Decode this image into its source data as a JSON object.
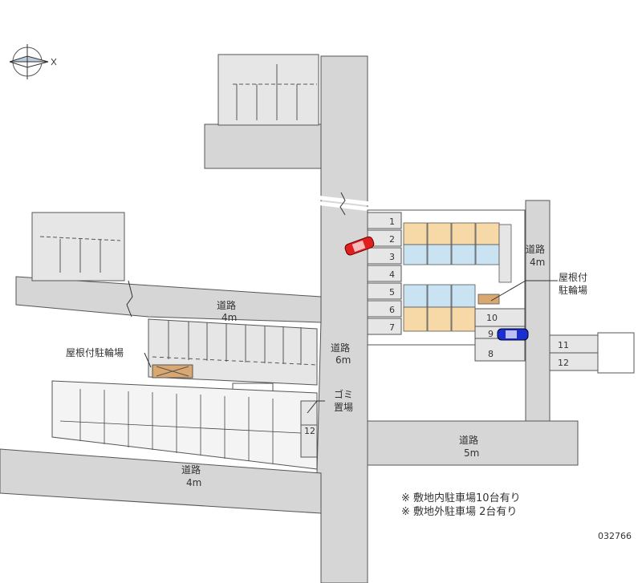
{
  "colors": {
    "road": "#d6d6d6",
    "lot": "#e6e6e6",
    "unit_warm": "#f7d9a8",
    "unit_cool": "#c9e3f2",
    "car_red": "#e02020",
    "car_blue": "#1a2fd0"
  },
  "roads": {
    "main": {
      "name": "道路",
      "width": "6m"
    },
    "upper_left": {
      "name": "道路",
      "width": "4m"
    },
    "bottom_left": {
      "name": "道路",
      "width": "4m"
    },
    "right": {
      "name": "道路",
      "width": "4m"
    },
    "bottom_right": {
      "name": "道路",
      "width": "5m"
    }
  },
  "labels": {
    "bike_left": "屋根付駐輪場",
    "bike_right_1": "屋根付",
    "bike_right_2": "駐輪場",
    "garbage_1": "ゴミ",
    "garbage_2": "置場"
  },
  "parking": [
    "1",
    "2",
    "3",
    "4",
    "5",
    "6",
    "7",
    "8",
    "9",
    "10",
    "11",
    "12"
  ],
  "notes": [
    "※ 敷地内駐車場10台有り",
    "※ 敷地外駐車場 2台有り"
  ],
  "code": "032766",
  "compass": "compass-icon"
}
